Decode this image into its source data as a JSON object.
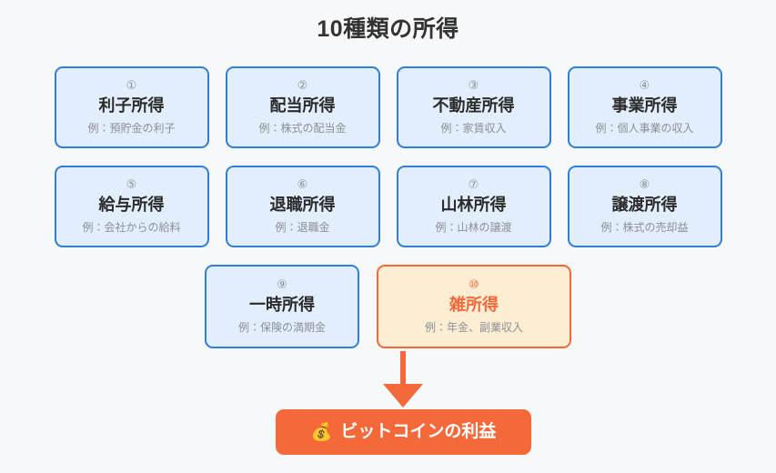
{
  "page": {
    "title": "10種類の所得",
    "background_color": "#f7f8fa"
  },
  "colors": {
    "card_fill": "#e2eefb",
    "card_border": "#2f7fd8",
    "card_title": "#2b2b2b",
    "muted_text": "#8b9099",
    "highlight_fill": "#fdeed3",
    "highlight_border": "#f4693a",
    "accent": "#f4693a",
    "result_text": "#ffffff"
  },
  "rows": [
    {
      "cards": [
        {
          "number": "①",
          "name": "利子所得",
          "example": "例：預貯金の利子",
          "highlight": false
        },
        {
          "number": "②",
          "name": "配当所得",
          "example": "例：株式の配当金",
          "highlight": false
        },
        {
          "number": "③",
          "name": "不動産所得",
          "example": "例：家賃収入",
          "highlight": false
        },
        {
          "number": "④",
          "name": "事業所得",
          "example": "例：個人事業の収入",
          "highlight": false
        }
      ]
    },
    {
      "cards": [
        {
          "number": "⑤",
          "name": "給与所得",
          "example": "例：会社からの給料",
          "highlight": false
        },
        {
          "number": "⑥",
          "name": "退職所得",
          "example": "例：退職金",
          "highlight": false
        },
        {
          "number": "⑦",
          "name": "山林所得",
          "example": "例：山林の譲渡",
          "highlight": false
        },
        {
          "number": "⑧",
          "name": "譲渡所得",
          "example": "例：株式の売却益",
          "highlight": false
        }
      ]
    },
    {
      "cards": [
        {
          "number": "⑨",
          "name": "一時所得",
          "example": "例：保険の満期金",
          "highlight": false
        },
        {
          "number": "⑩",
          "name": "雑所得",
          "example": "例：年金、副業収入",
          "highlight": true
        }
      ]
    }
  ],
  "arrow": {
    "icon": "down-arrow-icon",
    "color": "#f4693a"
  },
  "result": {
    "icon": "💰",
    "icon_name": "money-bag-icon",
    "label": "ビットコインの利益"
  }
}
